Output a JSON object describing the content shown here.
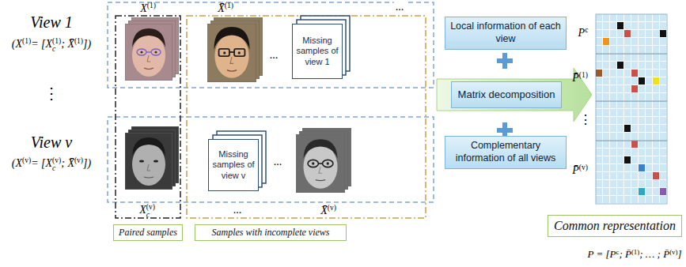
{
  "diagram": {
    "nodes": [
      {
        "text": [
          "Missing samples of view 1"
        ]
      },
      {
        "text": [
          "Missing samples of view v"
        ]
      },
      {
        "text": [
          "Paired samples"
        ]
      },
      {
        "text": [
          "Samples with incomplete views"
        ]
      },
      {
        "text": [
          "Local information of each view"
        ]
      },
      {
        "text": [
          "Matrix decomposition"
        ]
      },
      {
        "text": [
          "Complementary information of all views"
        ]
      },
      {
        "text": [
          "Common representation"
        ]
      }
    ],
    "labels": [
      "View 1",
      "(X",
      "(1)",
      "= [X",
      "(1)",
      "c",
      "; X̄",
      "(1)",
      "])",
      "⋮",
      "View v",
      "(X",
      "(v)",
      "= [X",
      "(v)",
      "c",
      "; X̄",
      "(v)",
      "])",
      "X",
      "(1)",
      "X̄",
      "(1)",
      "...",
      "...",
      "...",
      "...",
      "X",
      "(v)",
      "c",
      "X̄",
      "(v)",
      "P",
      "c",
      "P̄",
      "(1)",
      "⋮",
      "P̄",
      "(v)",
      "P = [P",
      "c",
      "; P̄",
      "(1)",
      "; … ; P̄",
      "(v)",
      "]"
    ]
  }
}
